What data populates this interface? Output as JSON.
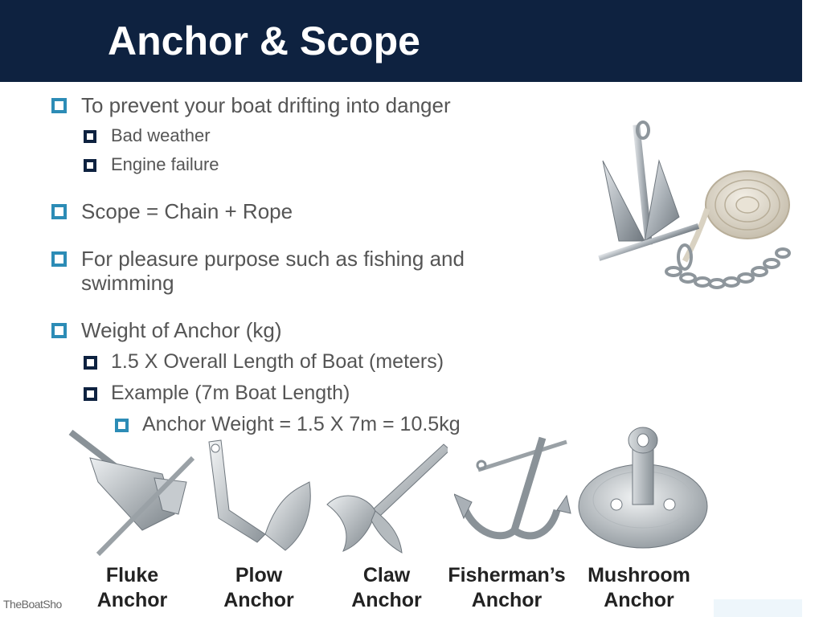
{
  "title": "Anchor & Scope",
  "bullets": [
    {
      "level": 1,
      "text": "To prevent your boat drifting into danger"
    },
    {
      "level": 2,
      "text": "Bad weather"
    },
    {
      "level": 2,
      "text": "Engine failure"
    },
    {
      "level": 1,
      "text": "Scope = Chain + Rope"
    },
    {
      "level": 1,
      "text": "For pleasure purpose such as fishing and",
      "cont": "swimming"
    },
    {
      "level": 1,
      "text": "Weight of Anchor (kg)"
    },
    {
      "level": 2,
      "text": "1.5 X Overall Length of Boat (meters)"
    },
    {
      "level": 2,
      "text": "Example (7m Boat Length)"
    },
    {
      "level": 3,
      "text": "Anchor Weight = 1.5 X 7m = 10.5kg"
    }
  ],
  "anchors": [
    {
      "line1": "Fluke",
      "line2": "Anchor"
    },
    {
      "line1": "Plow",
      "line2": "Anchor"
    },
    {
      "line1": "Claw",
      "line2": "Anchor"
    },
    {
      "line1": "Fisherman’s",
      "line2": "Anchor"
    },
    {
      "line1": "Mushroom",
      "line2": "Anchor"
    }
  ],
  "logo": "TheBoatSho",
  "colors": {
    "title_bar": "#0e2240",
    "bullet_accent": "#2c8cb6",
    "body_text": "#555555"
  }
}
